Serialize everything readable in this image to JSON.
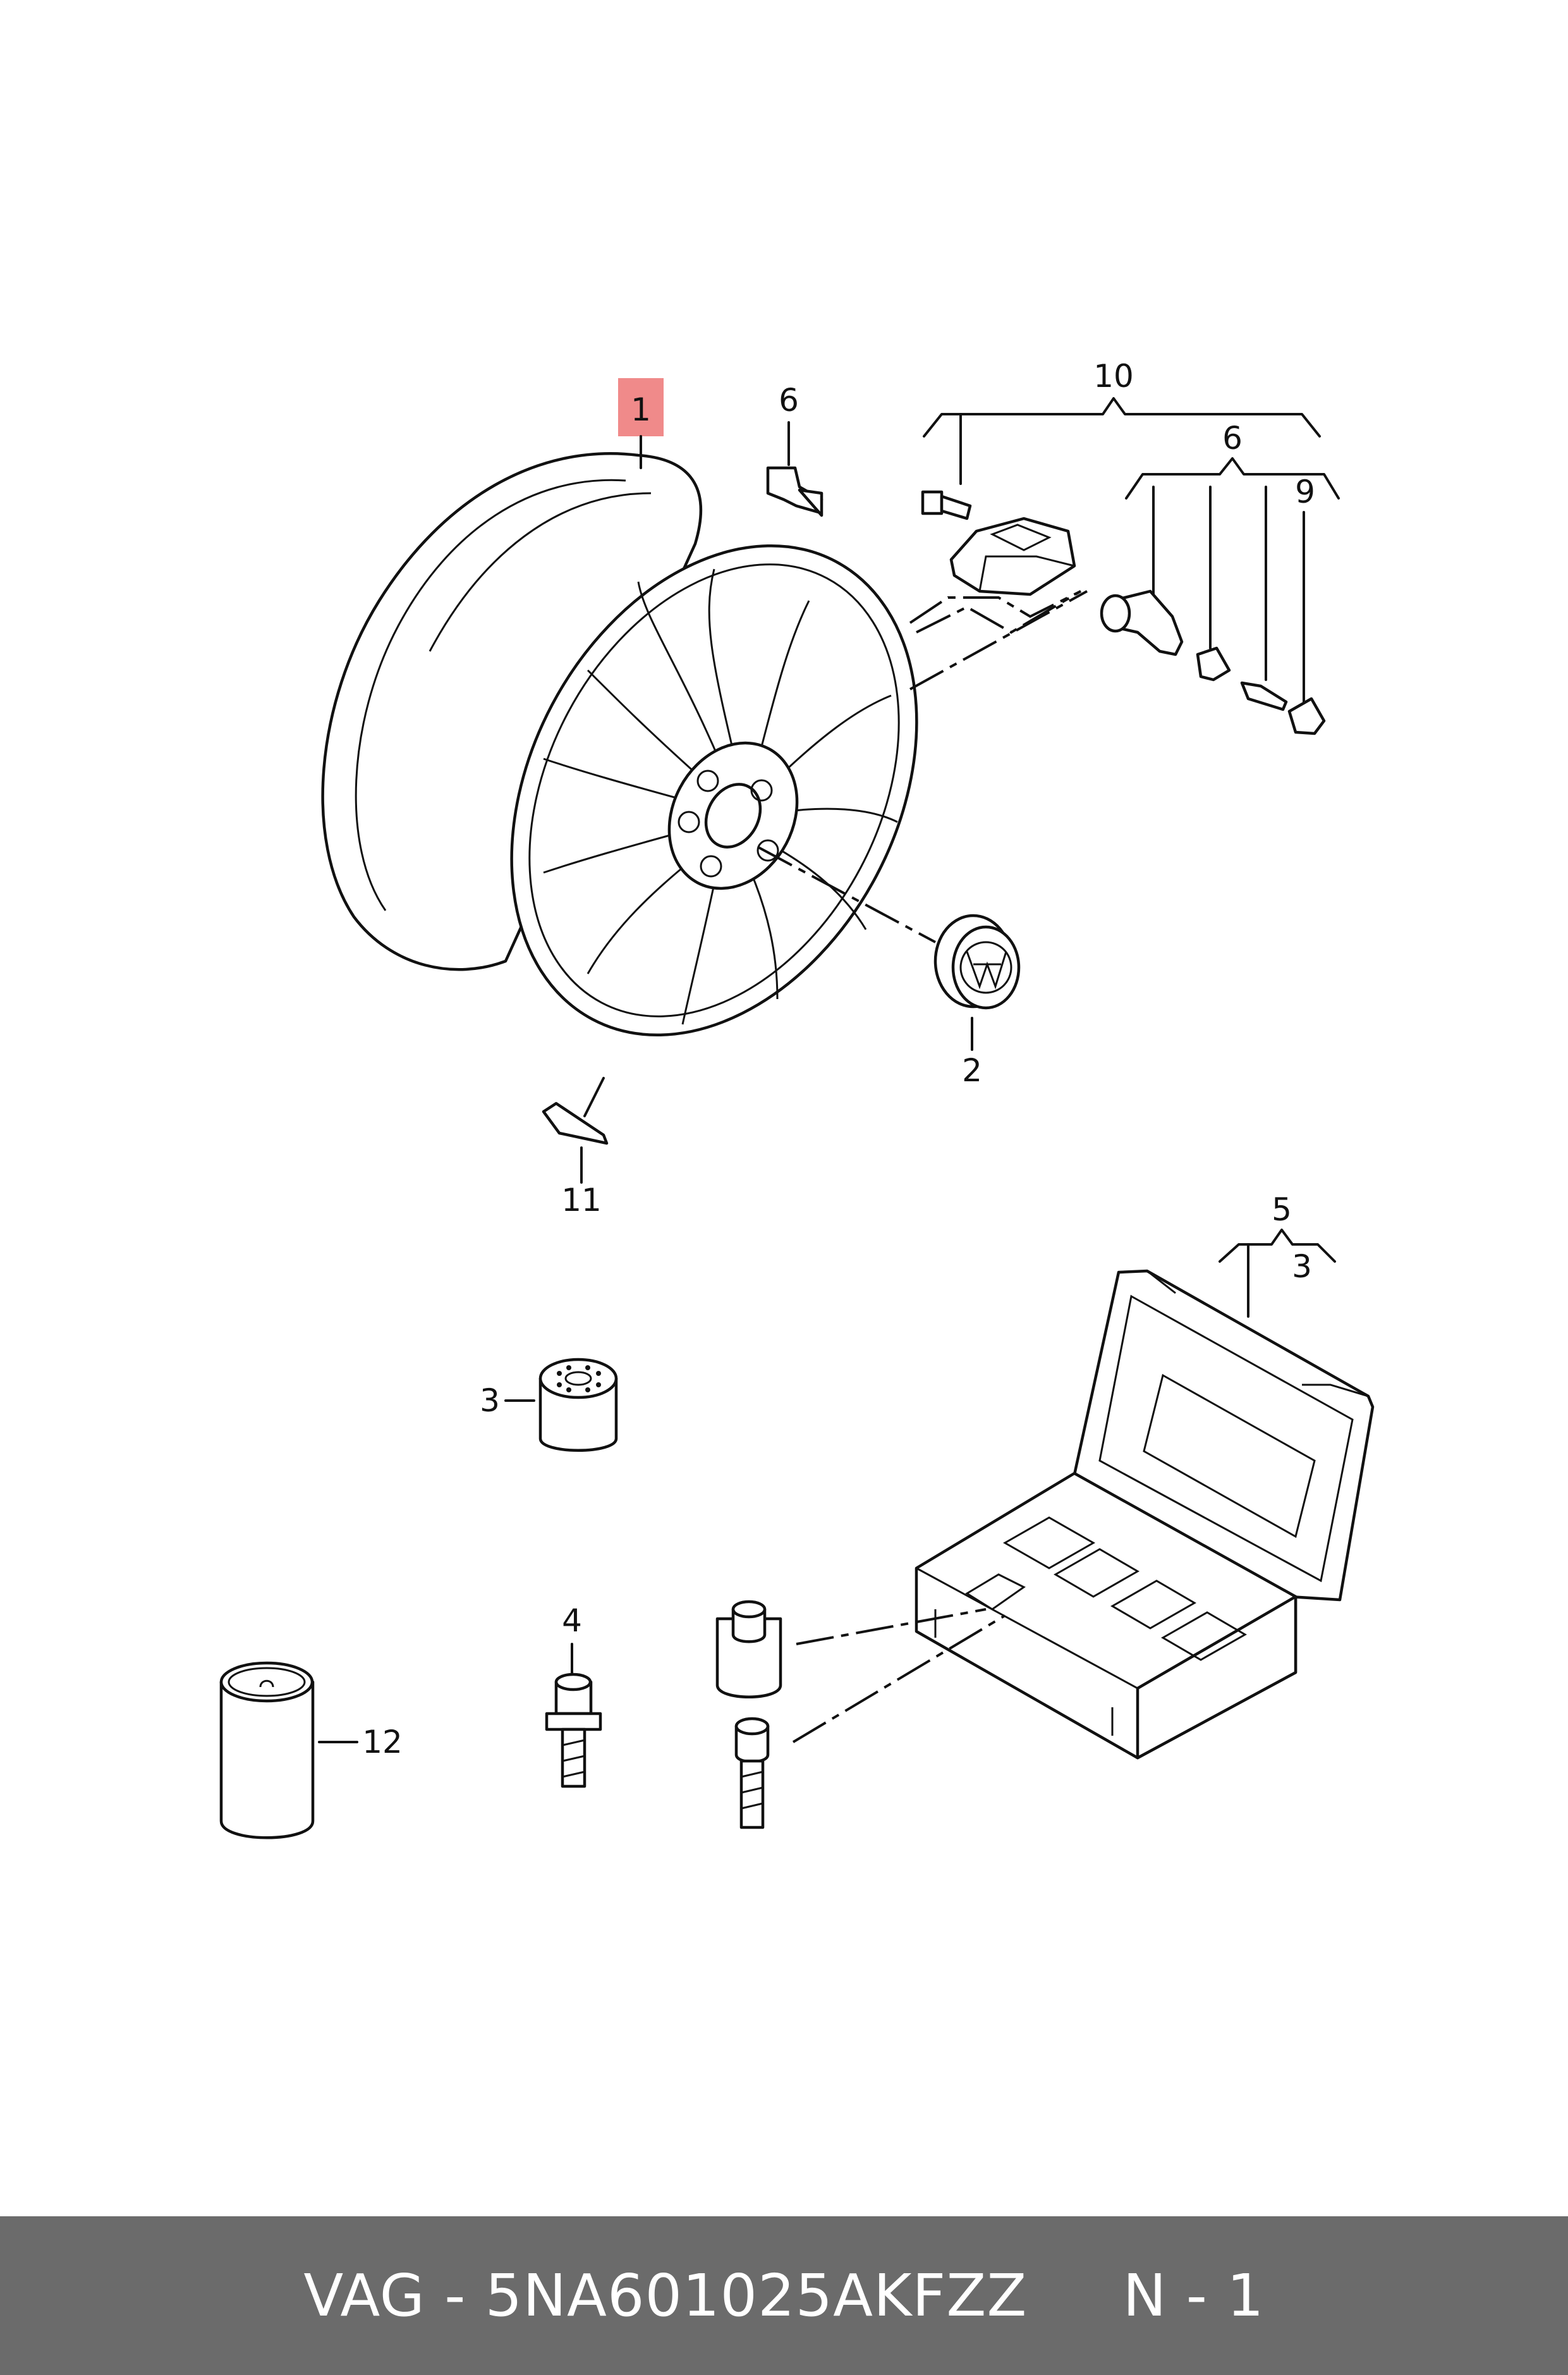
{
  "callouts": {
    "c1": "1",
    "c2": "2",
    "c3a": "3",
    "c3b": "3",
    "c4": "4",
    "c5": "5",
    "c6a": "6",
    "c6b": "6",
    "c9": "9",
    "c10": "10",
    "c11": "11",
    "c12": "12"
  },
  "highlight_color": "#f08a8a",
  "footer": {
    "brand": "VAG",
    "separator": " - ",
    "part_number": "5NA601025AKFZZ",
    "gap": "     ",
    "sheet": "N - 1",
    "background": "#6b6b6b"
  }
}
